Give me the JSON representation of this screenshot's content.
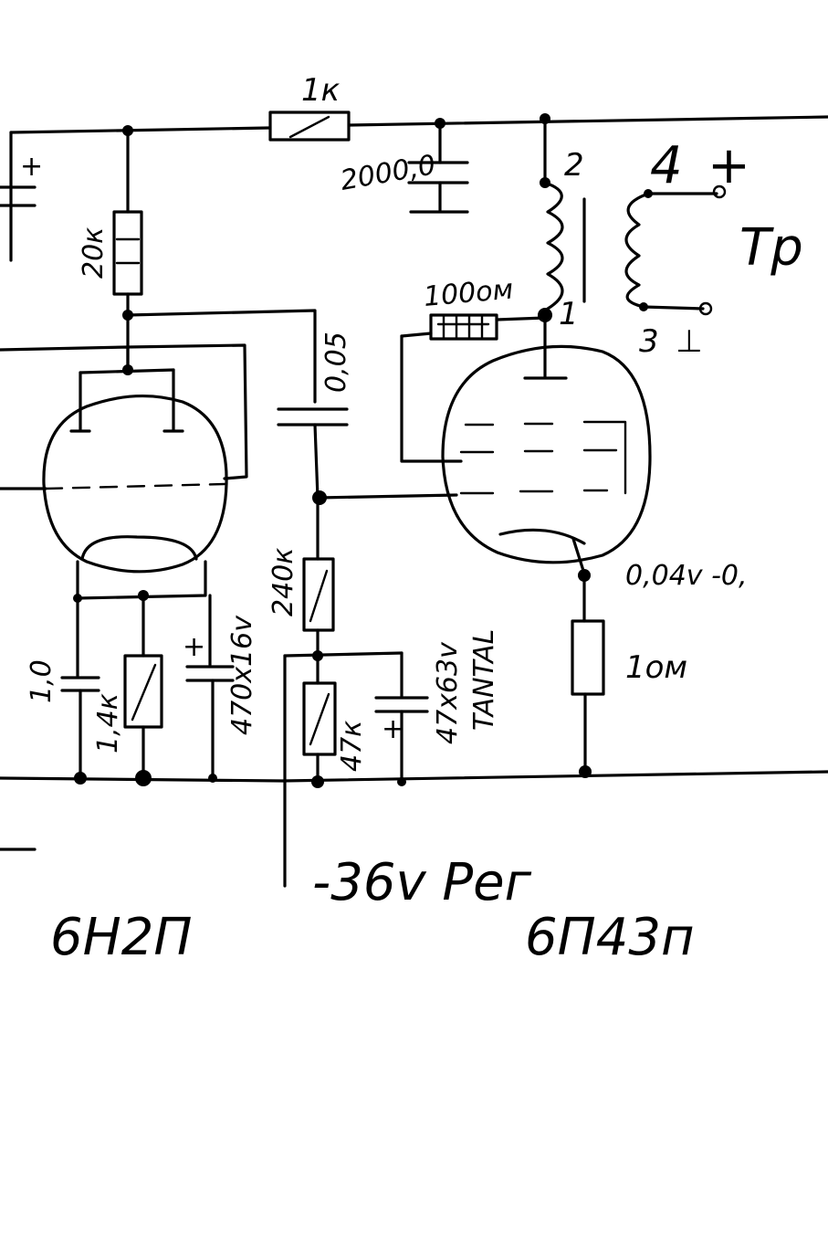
{
  "labels": {
    "r_top": "1к",
    "c_filter": "2000,0",
    "r_anode1": "20к",
    "c_coupling": "0,05",
    "r_grid": "240к",
    "r_cathode2": "47к",
    "c_cathode2": "47x63v",
    "tantal": "TANTAL",
    "c_cathode1_small": "1,0",
    "r_cathode1": "1,4к",
    "c_cathode1": "470x16v",
    "r_stopper": "100ом",
    "r_cathode_out": "1ом",
    "cathode_voltage": "0,04v -0,",
    "transformer": "Тр",
    "pin_2": "2",
    "pin_1": "1",
    "pin_4": "4",
    "pin_3": "3",
    "plus_out": "+",
    "minus_out": "⊥",
    "plus_c_left": "+",
    "plus_c1": "+",
    "plus_c2": "+",
    "bias_supply": "-36v Рег",
    "tube1": "6Н2П",
    "tube2": "6П43п"
  }
}
